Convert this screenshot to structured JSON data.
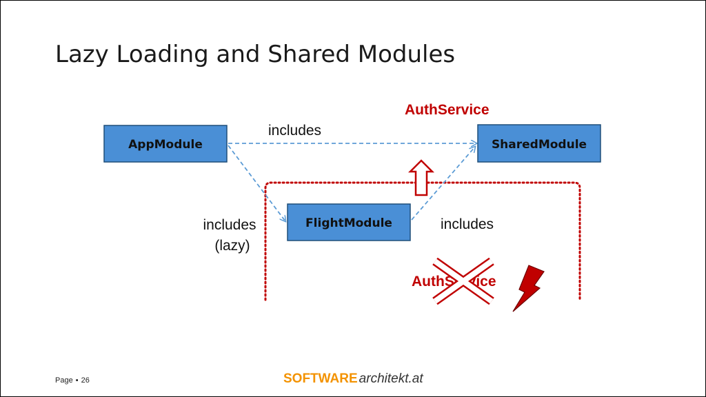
{
  "slide": {
    "title": "Lazy Loading and Shared Modules"
  },
  "diagram": {
    "nodes": {
      "app_module": "AppModule",
      "shared_module": "SharedModule",
      "flight_module": "FlightModule"
    },
    "edge_labels": {
      "app_to_shared": "includes",
      "app_to_flight_line1": "includes",
      "app_to_flight_line2": "(lazy)",
      "flight_to_shared": "includes"
    },
    "services": {
      "top": "AuthService",
      "crossed": "AuthService"
    }
  },
  "footer": {
    "page_label": "Page",
    "separator": "▪",
    "page_number": "26",
    "brand_part1": "SOFTWARE",
    "brand_part2": "architekt.at"
  },
  "colors": {
    "box_fill": "#4a8fd6",
    "box_stroke": "#1f4e79",
    "dashed_arrow": "#5b9bd5",
    "accent_red": "#c00000",
    "brand_orange": "#f39200"
  }
}
